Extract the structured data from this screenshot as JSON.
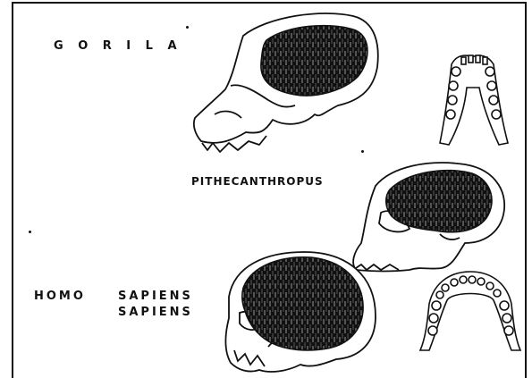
{
  "labels": {
    "gorilla": "G O R I L A",
    "pithecanthropus": "PITHECANTHROPUS",
    "homo": "HOMO",
    "sapiens_1": "SAPIENS",
    "sapiens_2": "SAPIENS"
  },
  "colors": {
    "ink": "#111111",
    "paper": "#ffffff"
  }
}
